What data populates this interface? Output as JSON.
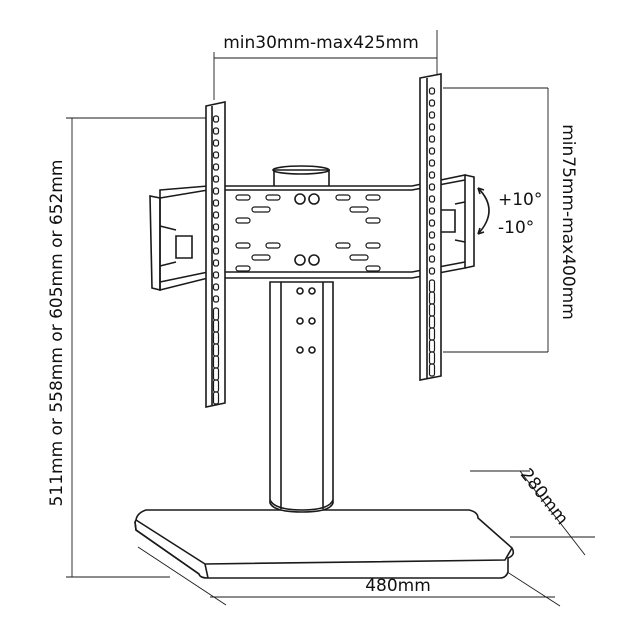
{
  "dimensions": {
    "width_range": "min30mm-max425mm",
    "height_range": "min75mm-max400mm",
    "stand_height": "511mm or 558mm or 605mm or 652mm",
    "tilt_up": "+10°",
    "tilt_down": "-10°",
    "base_width": "480mm",
    "base_depth": "280mm"
  },
  "icons": {
    "tilt": "curved-double-arrow-icon"
  }
}
